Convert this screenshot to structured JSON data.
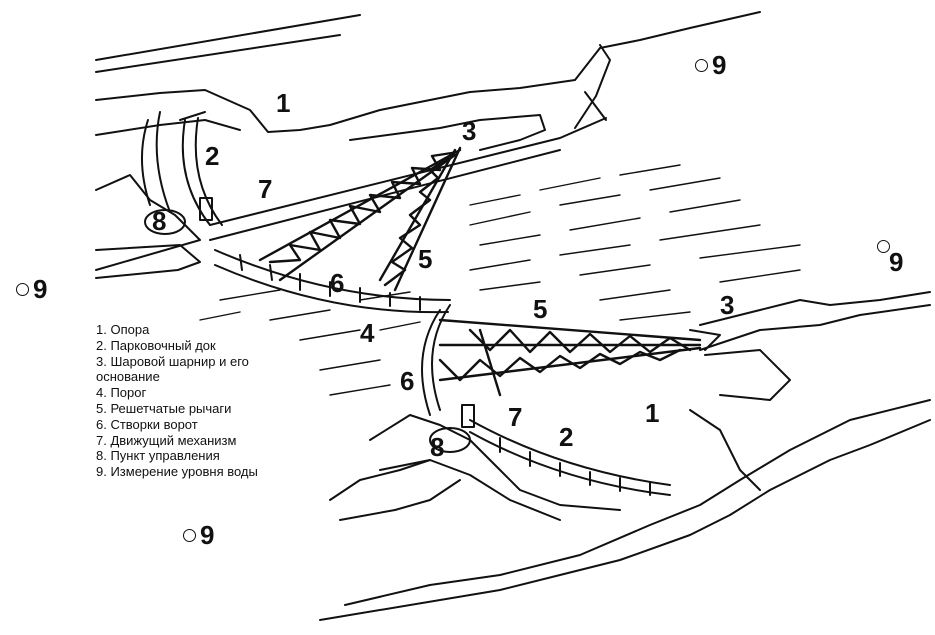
{
  "legend": {
    "items": [
      "1. Опора",
      "2. Парковочный док",
      "3. Шаровой шарнир и его основание",
      "4. Порог",
      "5. Решетчатые рычаги",
      "6. Створки ворот",
      "7. Движущий механизм",
      "8. Пункт управления",
      "9. Измерение уровня воды"
    ]
  },
  "markers": {
    "support": "1",
    "dock": "2",
    "ball_joint": "3",
    "sill": "4",
    "arms": "5",
    "gate": "6",
    "drive": "7",
    "control": "8",
    "gauge": "9"
  }
}
